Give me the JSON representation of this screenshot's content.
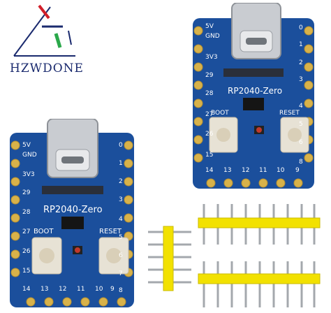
{
  "logo": {
    "brand": "HZWDONE"
  },
  "board_back": {
    "model": "RP2040-Zero",
    "boot": "BOOT",
    "reset": "RESET",
    "left_pins": [
      "5V",
      "GND",
      "3V3",
      "29",
      "28",
      "27",
      "26",
      "15"
    ],
    "right_pins": [
      "0",
      "1",
      "2",
      "3",
      "4",
      "5",
      "6",
      "8"
    ],
    "bottom_pins": [
      "14",
      "13",
      "12",
      "11",
      "10",
      "9"
    ]
  },
  "board_front": {
    "model": "RP2040-Zero",
    "boot": "BOOT",
    "reset": "RESET",
    "left_pins": [
      "5V",
      "GND",
      "3V3",
      "29",
      "28",
      "27",
      "26",
      "15",
      "14"
    ],
    "right_pins": [
      "0",
      "1",
      "2",
      "3",
      "4",
      "5",
      "6",
      "7",
      "8"
    ],
    "bottom_pins": [
      "13",
      "12",
      "11",
      "10",
      "9"
    ]
  },
  "colors": {
    "pcb": "#1b4f9c",
    "pcb_dark": "#153f80",
    "gold": "#d8b24a",
    "header_plastic": "#f2e100"
  }
}
